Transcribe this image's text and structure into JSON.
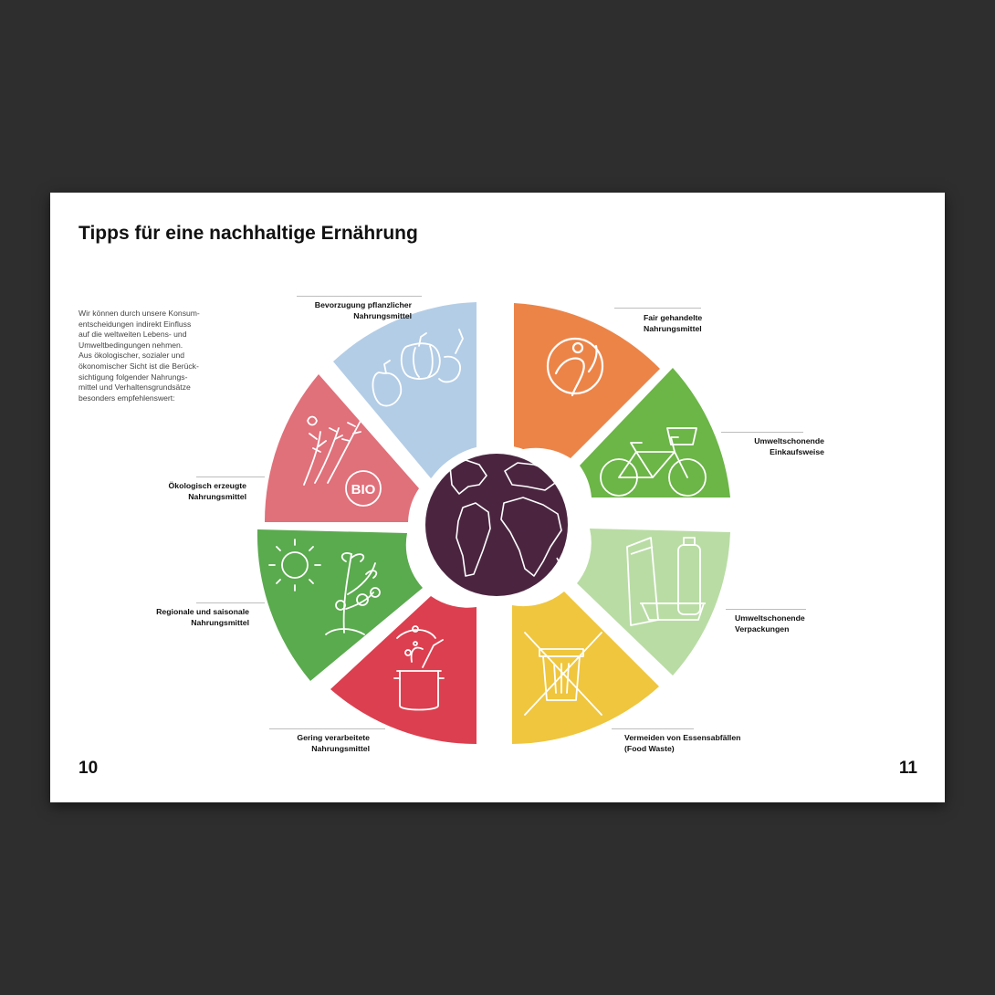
{
  "page_title": "Tipps für eine nachhaltige Ernährung",
  "intro": "Wir können durch unsere Konsum-\nentscheidungen indirekt Einfluss\nauf die weltweiten Lebens- und\nUmweltbedingungen nehmen.\nAus ökologischer, sozialer und\nökonomischer Sicht ist die Berück-\nsichtigung folgender Nahrungs-\nmittel und Verhaltensgrundsätze\nbesonders empfehlenswert:",
  "page_numbers": {
    "left": "10",
    "right": "11"
  },
  "segments": {
    "plant_based": {
      "label": "Bevorzugung pflanzlicher\nNahrungsmittel",
      "color": "#b3cde6"
    },
    "organic": {
      "label": "Ökologisch erzeugte\nNahrungsmittel",
      "color": "#e0707a",
      "badge": "BIO"
    },
    "regional": {
      "label": "Regionale und saisonale\nNahrungsmittel",
      "color": "#5aaa4e"
    },
    "processed": {
      "label": "Gering verarbeitete\nNahrungsmittel",
      "color": "#dc3f4f"
    },
    "fair_trade": {
      "label": "Fair gehandelte\nNahrungsmittel",
      "color": "#ec8448"
    },
    "shopping": {
      "label": "Umweltschonende\nEinkaufsweise",
      "color": "#6cb547"
    },
    "packaging": {
      "label": "Umweltschonende\nVerpackungen",
      "color": "#b9dca4"
    },
    "food_waste": {
      "label": "Vermeiden von Essensabfällen\n(Food Waste)",
      "color": "#efc63e"
    }
  },
  "globe_color": "#4b2540",
  "icons": {
    "plant_based": "pepper-pumpkin-icon",
    "organic": "wheat-bio-icon",
    "regional": "sun-tomato-plant-icon",
    "processed": "cooking-pot-icon",
    "fair_trade": "fairtrade-icon",
    "shopping": "bicycle-icon",
    "packaging": "packaging-icon",
    "food_waste": "crossed-bin-icon",
    "center": "globe-icon"
  }
}
